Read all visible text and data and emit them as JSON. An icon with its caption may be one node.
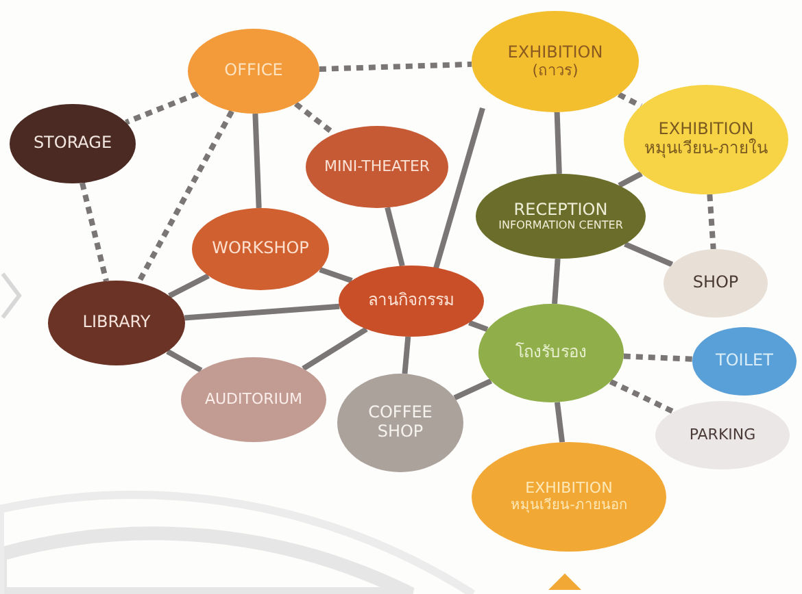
{
  "diagram": {
    "nodes": [
      {
        "text": [
          "OFFICE"
        ]
      },
      {
        "text": [
          "STORAGE"
        ]
      },
      {
        "text": [
          "MINI-THEATER"
        ]
      },
      {
        "text": [
          "EXHIBITION",
          "(ถาวร)"
        ]
      },
      {
        "text": [
          "EXHIBITION",
          "หมุนเวียน-ภายใน"
        ]
      },
      {
        "text": [
          "RECEPTION",
          "INFORMATION CENTER"
        ]
      },
      {
        "text": [
          "WORKSHOP"
        ]
      },
      {
        "text": [
          "LIBRARY"
        ]
      },
      {
        "text": [
          "ลานกิจกรรม"
        ]
      },
      {
        "text": [
          "SHOP"
        ]
      },
      {
        "text": [
          "โถงรับรอง"
        ]
      },
      {
        "text": [
          "TOILET"
        ]
      },
      {
        "text": [
          "AUDITORIUM"
        ]
      },
      {
        "text": [
          "COFFEE SHOP"
        ]
      },
      {
        "text": [
          "PARKING"
        ]
      },
      {
        "text": [
          "EXHIBITION",
          "หมุนเวียน-ภายนอก"
        ]
      }
    ],
    "edges": [
      {
        "from": 0,
        "to": 1,
        "arrow": "none",
        "style": "dashed"
      },
      {
        "from": 0,
        "to": 7,
        "arrow": "none",
        "style": "dashed"
      },
      {
        "from": 0,
        "to": 6,
        "arrow": "none"
      },
      {
        "from": 0,
        "to": 2,
        "arrow": "none",
        "style": "dashed"
      },
      {
        "from": 0,
        "to": 3,
        "arrow": "none",
        "style": "dashed"
      },
      {
        "from": 1,
        "to": 7,
        "arrow": "none",
        "style": "dashed"
      },
      {
        "from": 2,
        "to": 8,
        "arrow": "none"
      },
      {
        "from": 6,
        "to": 7,
        "arrow": "none"
      },
      {
        "from": 6,
        "to": 8,
        "arrow": "none"
      },
      {
        "from": 7,
        "to": 8,
        "arrow": "none"
      },
      {
        "from": 7,
        "to": 12,
        "arrow": "none"
      },
      {
        "from": 12,
        "to": 8,
        "arrow": "none"
      },
      {
        "from": 8,
        "to": 13,
        "arrow": "none"
      },
      {
        "from": 8,
        "to": 3,
        "arrow": "none"
      },
      {
        "from": 3,
        "to": 5,
        "arrow": "none"
      },
      {
        "from": 3,
        "to": 4,
        "arrow": "none",
        "style": "dashed"
      },
      {
        "from": 4,
        "to": 5,
        "arrow": "none"
      },
      {
        "from": 4,
        "to": 9,
        "arrow": "none",
        "style": "dashed"
      },
      {
        "from": 5,
        "to": 9,
        "arrow": "none"
      },
      {
        "from": 5,
        "to": 10,
        "arrow": "none"
      },
      {
        "from": 8,
        "to": 10,
        "arrow": "none"
      },
      {
        "from": 13,
        "to": 10,
        "arrow": "none"
      },
      {
        "from": 10,
        "to": 11,
        "arrow": "none",
        "style": "dashed"
      },
      {
        "from": 10,
        "to": 14,
        "arrow": "none",
        "style": "dashed"
      },
      {
        "from": 10,
        "to": 15,
        "arrow": "none"
      }
    ]
  }
}
